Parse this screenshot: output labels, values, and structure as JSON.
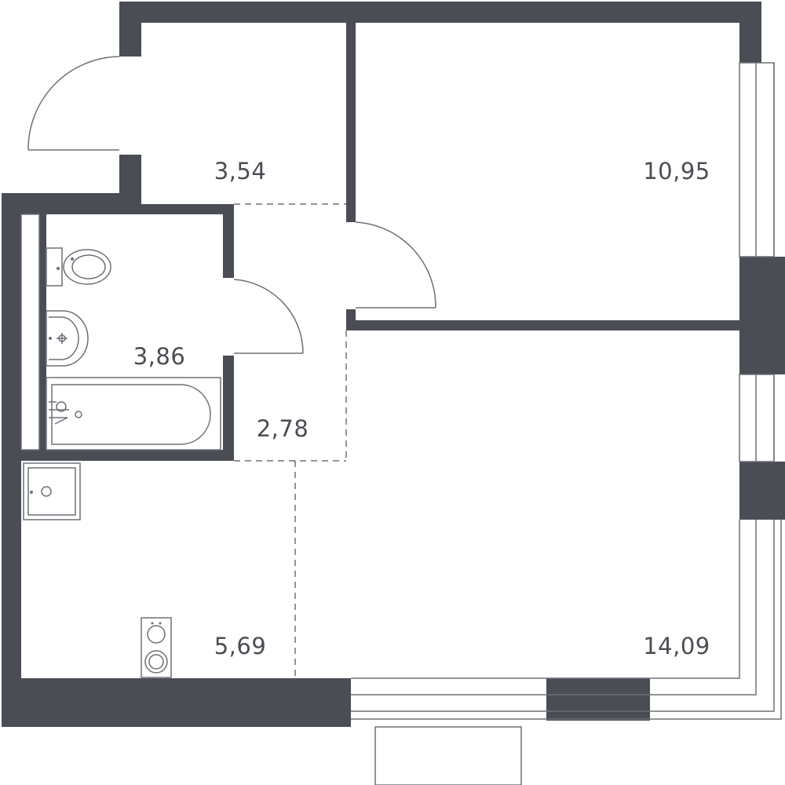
{
  "colors": {
    "wall": "#4b4d55",
    "line": "#6e7078",
    "background": "#ffffff",
    "label": "#4b4d55"
  },
  "rooms": {
    "hall": {
      "area": "3,54"
    },
    "bedroom": {
      "area": "10,95"
    },
    "bathroom": {
      "area": "3,86"
    },
    "corridor": {
      "area": "2,78"
    },
    "kitchen": {
      "area": "5,69"
    },
    "living": {
      "area": "14,09"
    }
  },
  "fixtures": [
    "toilet-icon",
    "sink-icon",
    "bathtub-icon",
    "kitchen-sink-icon",
    "stove-icon"
  ]
}
